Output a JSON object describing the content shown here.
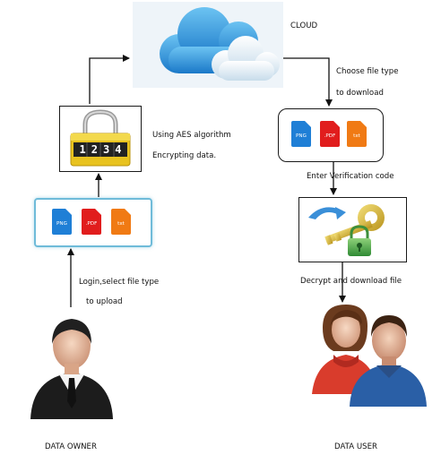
{
  "nodes": {
    "cloud": {
      "label": "CLOUD"
    },
    "encrypt": {
      "lock_code": "1234"
    },
    "owner_files": {
      "types": [
        "PNG",
        ".PDF",
        "txt"
      ]
    },
    "user_files": {
      "types": [
        "PNG",
        ".PDF",
        "txt"
      ]
    },
    "data_owner": {
      "label": "DATA OWNER"
    },
    "data_user": {
      "label": "DATA USER"
    }
  },
  "edges": {
    "owner_to_files": {
      "line1": "Login,select file type",
      "line2": "to upload"
    },
    "files_to_encrypt": {},
    "encrypt_to_cloud": {
      "line1": "Using AES algorithm",
      "line2": "Encrypting data."
    },
    "cloud_to_user_files": {
      "line1": "Choose file type",
      "line2": "to download"
    },
    "user_files_to_key": {
      "line1": "Enter Verification code"
    },
    "key_to_user": {
      "line1": "Decrypt and download  file"
    }
  },
  "colors": {
    "file_png": "#1f7fd6",
    "file_pdf": "#e11d1d",
    "file_txt": "#f07a14",
    "cloud": "#2f8fd8",
    "owner_border": "#6fbbd9",
    "lock_body": "#e8c21e"
  }
}
